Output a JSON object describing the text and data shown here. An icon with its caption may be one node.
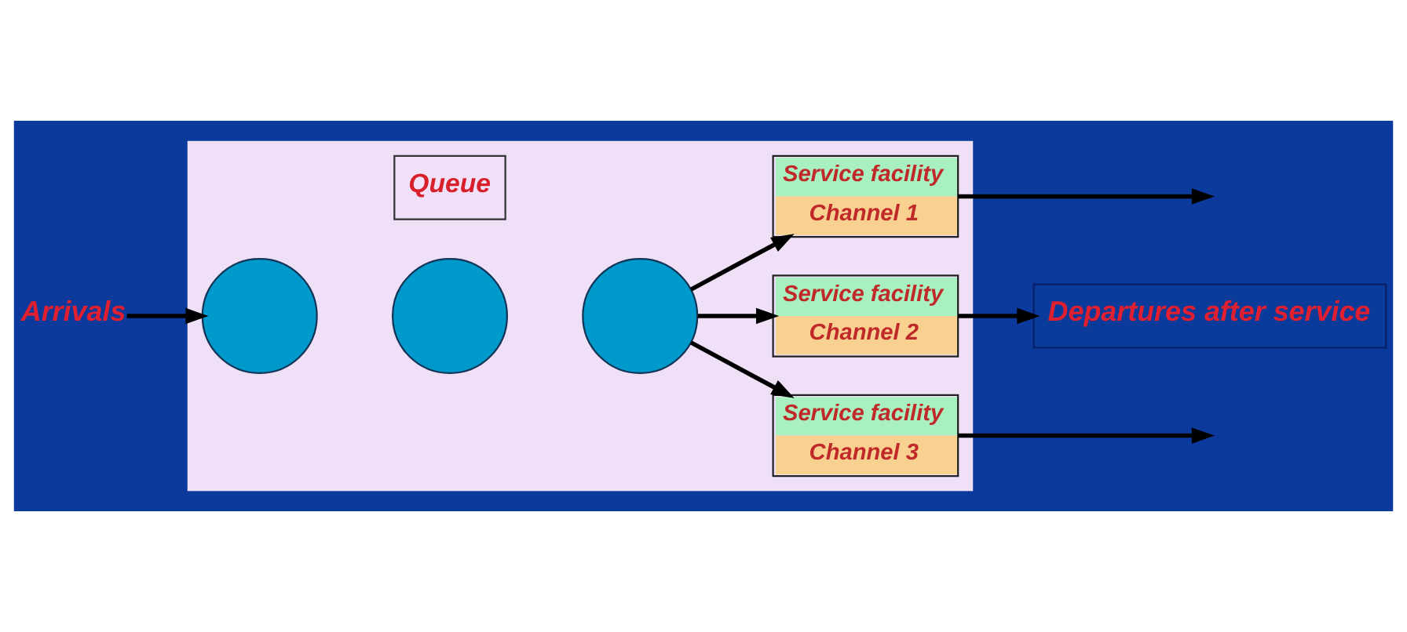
{
  "diagram": {
    "nodes": [
      {
        "text": [],
        "shape": "box"
      },
      {
        "text": [
          "Arrivals"
        ]
      },
      {
        "text": [
          "Queue"
        ],
        "in": 0
      },
      {
        "text": [],
        "shape": "circle",
        "in": 0
      },
      {
        "text": [],
        "shape": "circle",
        "in": 0
      },
      {
        "text": [],
        "shape": "circle",
        "in": 0
      },
      {
        "text": [
          "Service facility",
          "Channel 1"
        ],
        "in": 0
      },
      {
        "text": [
          "Service facility",
          "Channel 2"
        ],
        "in": 0
      },
      {
        "text": [
          "Service facility",
          "Channel 3"
        ],
        "in": 0
      },
      {
        "text": [
          "Departures after service"
        ]
      }
    ],
    "edges": [
      {
        "from": 1,
        "to": 3,
        "arrow": "to"
      },
      {
        "from": 5,
        "to": 6,
        "arrow": "to"
      },
      {
        "from": 5,
        "to": 7,
        "arrow": "to"
      },
      {
        "from": 5,
        "to": 8,
        "arrow": "to"
      },
      {
        "from": 6,
        "to": null,
        "arrow": "to"
      },
      {
        "from": 7,
        "to": 9,
        "arrow": "to"
      },
      {
        "from": 8,
        "to": null,
        "arrow": "to"
      }
    ]
  }
}
